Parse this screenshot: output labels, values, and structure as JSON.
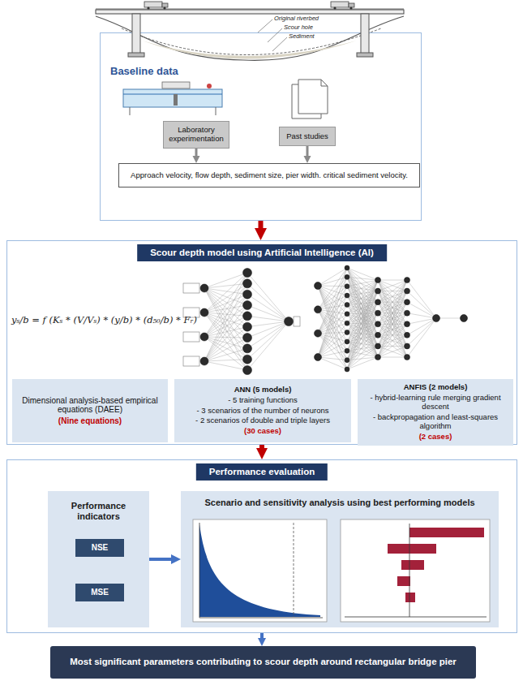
{
  "diagram": {
    "nodes": [
      {
        "text": [
          "Baseline data"
        ]
      },
      {
        "text": [
          "Laboratory experimentation"
        ],
        "in": 0
      },
      {
        "text": [
          "Past studies"
        ],
        "in": 0
      },
      {
        "text": [
          "Approach velocity, flow depth, sediment size, pier width. critical sediment velocity."
        ],
        "in": 0
      },
      {
        "text": [
          "Scour depth model using Artificial Intelligence (AI)"
        ]
      },
      {
        "text": [
          "Dimensional analysis-based empirical equations (DAEE)",
          "(Nine equations)"
        ],
        "in": 4
      },
      {
        "text": [
          "ANN (5 models)",
          "- 5 training functions",
          "- 3 scenarios of the number of neurons",
          "- 2 scenarios of double and triple layers",
          "(30 cases)"
        ],
        "in": 4
      },
      {
        "text": [
          "ANFIS (2 models)",
          "- hybrid-learning rule merging gradient descent",
          "- backpropagation and least-squares algorithm",
          "(2 cases)"
        ],
        "in": 4
      },
      {
        "text": [
          "Performance evaluation"
        ]
      },
      {
        "text": [
          "Performance indicators"
        ],
        "in": 8
      },
      {
        "text": [
          "NSE"
        ],
        "in": 9
      },
      {
        "text": [
          "MSE"
        ],
        "in": 9
      },
      {
        "text": [
          "Scenario and sensitivity analysis using best performing models"
        ],
        "in": 8
      },
      {
        "text": [
          "Most significant parameters contributing to scour depth around rectangular bridge pier"
        ]
      }
    ],
    "edges": [
      {
        "from": 1,
        "to": 3,
        "arrow": "to"
      },
      {
        "from": 2,
        "to": 3,
        "arrow": "to"
      },
      {
        "from": 0,
        "to": 4,
        "arrow": "to"
      },
      {
        "from": 4,
        "to": 8,
        "arrow": "to"
      },
      {
        "from": 9,
        "to": 12,
        "arrow": "to"
      },
      {
        "from": 8,
        "to": 13,
        "arrow": "to"
      }
    ],
    "labels": [
      "Original riverbed",
      "Scour hole",
      "Sediment",
      "yₛ/b = f (Kₛ * (V/Vₛ) * (y/b) * (d₅₀/b) * Fᵣ)"
    ]
  }
}
